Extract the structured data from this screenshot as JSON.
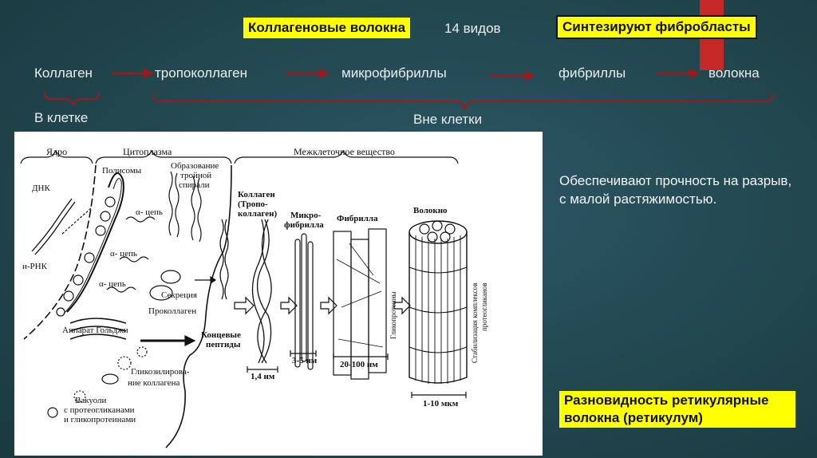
{
  "header": {
    "collagen_fibers": "Коллагеновые волокна",
    "types_count": "14 видов",
    "synthesized_by": "Синтезируют фибробласты"
  },
  "chain": {
    "steps": [
      "Коллаген",
      "тропоколлаген",
      "микрофибриллы",
      "фибриллы",
      "волокна"
    ],
    "inside_cell": "В клетке",
    "outside_cell": "Вне клетки"
  },
  "figure": {
    "regions": {
      "nucleus": "Ядро",
      "cytoplasm": "Цитоплазма",
      "matrix": "Межклеточное вещество"
    },
    "labels": {
      "dna": "ДНК",
      "mrna": "и-РНК",
      "polysomes": "Полисомы",
      "alpha_chain_1": "α- цепь",
      "alpha_chain_2": "α- цепь",
      "alpha_chain_3": "α- цепь",
      "triple_helix_1": "Образование",
      "triple_helix_2": "тройной",
      "triple_helix_3": "спирали",
      "tropocollagen_1": "Коллаген",
      "tropocollagen_2": "(Тропо-",
      "tropocollagen_3": "коллаген)",
      "microfibril_1": "Микро-",
      "microfibril_2": "фибрилла",
      "fibril": "Фибрилла",
      "fiber": "Волокно",
      "secretion": "Секреция",
      "procollagen": "Проколлаген",
      "golgi": "Аппарат Гольджи",
      "end_peptides_1": "Концевые",
      "end_peptides_2": "пептиды",
      "glyco_1": "Гликозилирова-",
      "glyco_2": "ние коллагена",
      "vacuoles_1": "Вакуоли",
      "vacuoles_2": "с протеогликанами",
      "vacuoles_3": "и гликопротеинами",
      "glycoproteins": "Гликопротеины",
      "stabilization_1": "Стабилизация комплексов",
      "stabilization_2": "протеогликанов",
      "size_1": "1,4 нм",
      "size_2": "3-5 нм",
      "size_3": "20-100 нм",
      "size_4": "1-10 мкм"
    }
  },
  "side": {
    "strength": "Обеспечивают прочность на разрыв, с малой растяжимостью.",
    "reticular": "Разновидность ретикулярные волокна (ретикулум)"
  },
  "colors": {
    "accent_red": "#c62828",
    "highlight": "#ffff00",
    "arrow": "#a01818"
  }
}
